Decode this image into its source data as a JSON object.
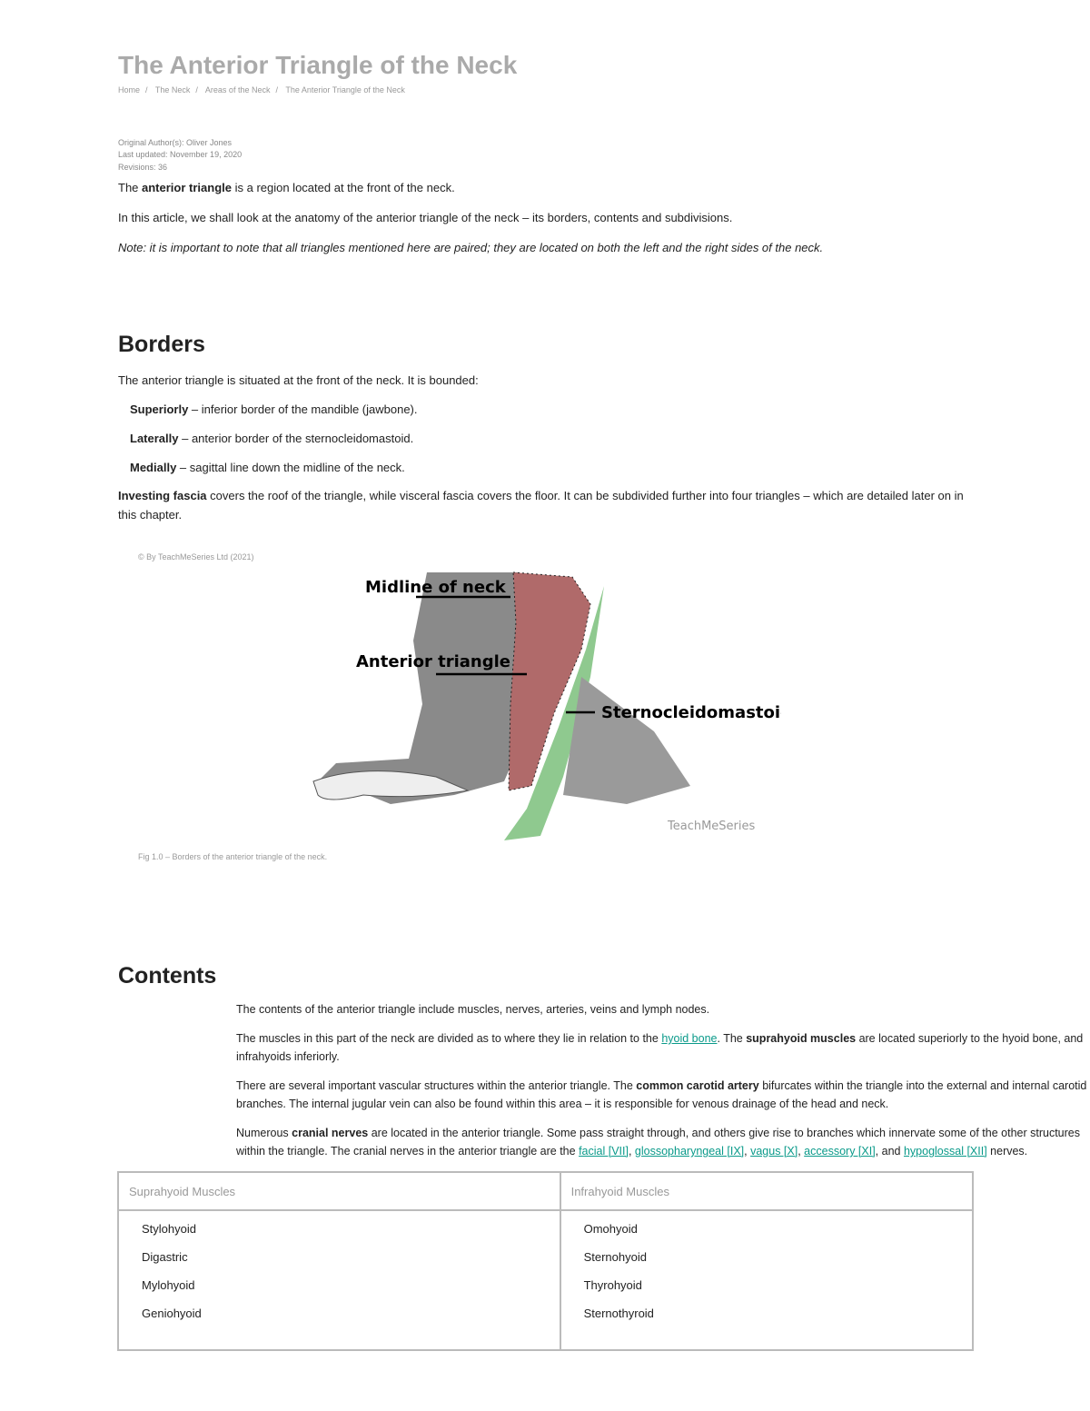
{
  "title": "The Anterior Triangle of the Neck",
  "breadcrumb": [
    "Home",
    "The Neck",
    "Areas of the Neck",
    "The Anterior Triangle of the Neck"
  ],
  "meta": {
    "author": "Original Author(s): Oliver Jones",
    "updated": "Last updated: November 19, 2020",
    "revisions": "Revisions: 36"
  },
  "intro": {
    "p1_pre": "The ",
    "p1_bold": "anterior triangle",
    "p1_post": " is a region located at the front of the neck.",
    "p2": "In this article, we shall look at the anatomy of the anterior triangle of the neck – its borders, contents and subdivisions.",
    "note": "Note: it is important to note that all triangles mentioned here are paired; they are located on both the left and the right sides of the neck."
  },
  "borders": {
    "heading": "Borders",
    "p1": "The anterior triangle is situated at the front of the neck. It is bounded:",
    "items": [
      {
        "bold": "Superiorly",
        "text": " – inferior border of the mandible (jawbone)."
      },
      {
        "bold": "Laterally",
        "text": " – anterior border of the sternocleidomastoid."
      },
      {
        "bold": "Medially",
        "text": " – sagittal line down the midline of the neck."
      }
    ],
    "p2_bold": "Investing fascia",
    "p2": " covers the roof of the triangle, while visceral fascia covers the floor. It can be subdivided further into four triangles – which are detailed later on in this chapter.",
    "figure": {
      "credit": "By TeachMeSeries Ltd (2021)",
      "labels": {
        "midline": "Midline of neck",
        "anterior": "Anterior triangle",
        "scm": "Sternocleidomastoid",
        "brand": "TeachMeSeries"
      },
      "caption": "Fig 1.0 – Borders of the anterior triangle of the neck."
    }
  },
  "contents": {
    "heading": "Contents",
    "p1": "The contents of the anterior triangle include muscles, nerves, arteries, veins and lymph nodes.",
    "p2_pre": "The muscles in this part of the neck are divided as to where they lie in relation to the ",
    "p2_link": "hyoid bone",
    "p2_mid": ". The ",
    "p2_bold": "suprahyoid muscles",
    "p2_post": " are located superiorly to the hyoid bone, and infrahyoids inferiorly.",
    "p3_pre": "There are several important vascular structures within the anterior triangle. The ",
    "p3_bold": "common carotid artery",
    "p3_post": " bifurcates within the triangle into the external and internal carotid branches. The internal jugular vein can also be found within this area – it is responsible for venous drainage of the head and neck.",
    "p4_pre": "Numerous ",
    "p4_bold": "cranial nerves",
    "p4_post": " are located in the anterior triangle. Some pass straight through, and others give rise to branches which innervate some of the other structures within the triangle. The cranial nerves in the anterior triangle are the ",
    "p4_links": [
      "facial [VII]",
      "glossopharyngeal [IX]",
      "vagus [X]",
      "accessory [XI]",
      "hypoglossal [XII]"
    ],
    "p4_and": " and ",
    "p4_end": " nerves.",
    "table": {
      "headers": [
        "Suprahyoid Muscles",
        "Infrahyoid Muscles"
      ],
      "suprahyoid": [
        "Stylohyoid",
        "Digastric",
        "Mylohyoid",
        "Geniohyoid"
      ],
      "infrahyoid": [
        "Omohyoid",
        "Sternohyoid",
        "Thyrohyoid",
        "Sternothyroid"
      ]
    }
  },
  "colors": {
    "link": "#0a9a8a",
    "scm_green": "#8fc98f",
    "triangle_red": "#b06a6a"
  }
}
